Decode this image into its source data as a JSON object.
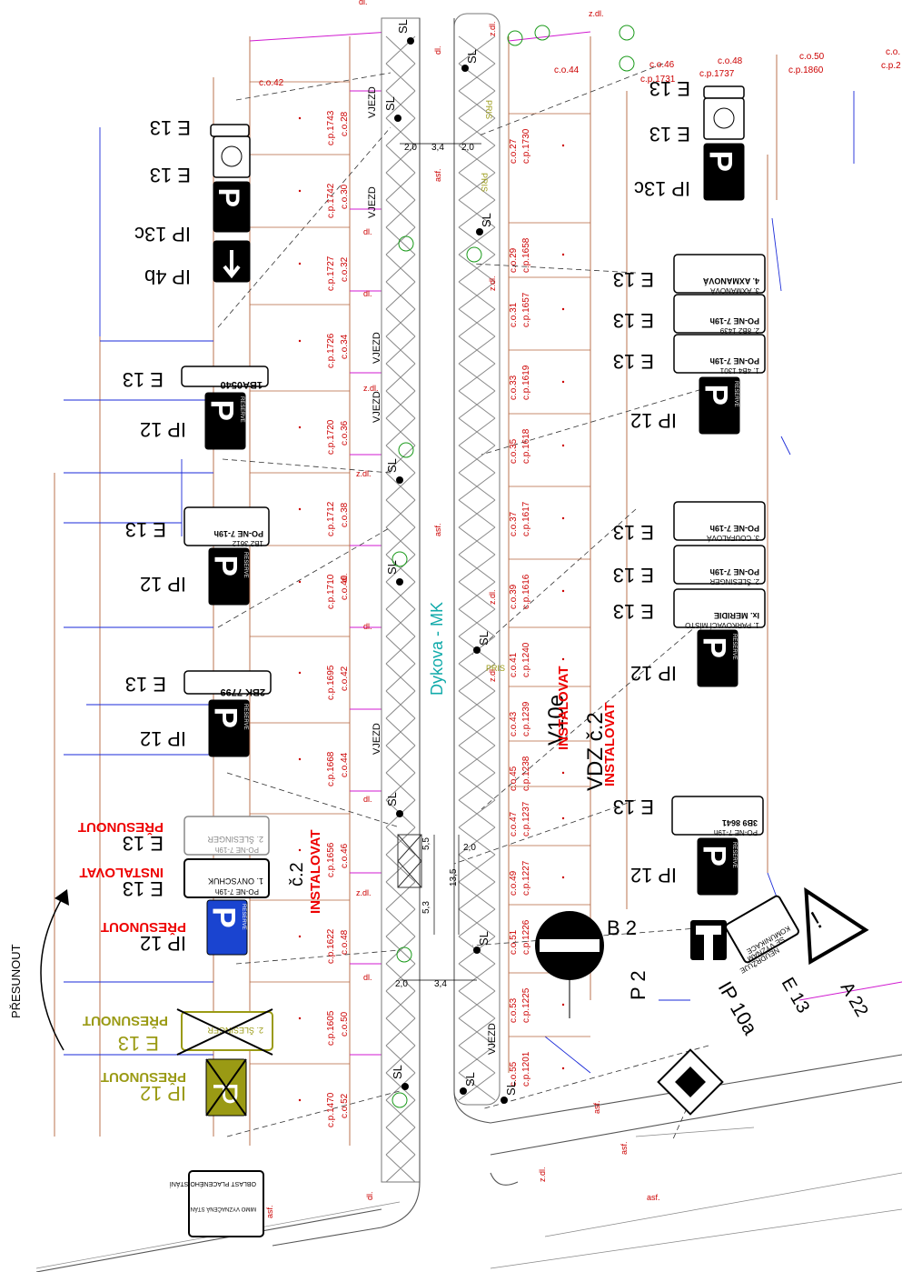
{
  "street": {
    "name": "Dykova - MK"
  },
  "parcels_left": [
    {
      "co": "c.o.28",
      "cp": "c.p.1743"
    },
    {
      "co": "c.o.30",
      "cp": "c.p.1742"
    },
    {
      "co": "c.o.32",
      "cp": "c.p.1727"
    },
    {
      "co": "c.o.34",
      "cp": "c.p.1726"
    },
    {
      "co": "c.o.36",
      "cp": "c.p.1720"
    },
    {
      "co": "c.o.38",
      "cp": "c.p.1712"
    },
    {
      "co": "c.o.40",
      "cp": "c.p.1710"
    },
    {
      "co": "c.o.42",
      "cp": "c.p.1695"
    },
    {
      "co": "c.o.44",
      "cp": "c.p.1668"
    },
    {
      "co": "c.o.46",
      "cp": "c.p.1656"
    },
    {
      "co": "c.o.48",
      "cp": "c.p.1622"
    },
    {
      "co": "c.o.50",
      "cp": "c.p.1605"
    },
    {
      "co": "c.o.52",
      "cp": "c.p.1470"
    }
  ],
  "parcels_right": [
    {
      "co": "c.o.27",
      "cp": "c.p.1730"
    },
    {
      "co": "c.o.29",
      "cp": "c.p.1658"
    },
    {
      "co": "c.o.31",
      "cp": "c.p.1657"
    },
    {
      "co": "c.o.33",
      "cp": "c.p.1619"
    },
    {
      "co": "c.o.35",
      "cp": "c.p.1618"
    },
    {
      "co": "c.o.37",
      "cp": "c.p.1617"
    },
    {
      "co": "c.o.39",
      "cp": "c.p.1616"
    },
    {
      "co": "c.o.41",
      "cp": "c.p.1240"
    },
    {
      "co": "c.o.43",
      "cp": "c.p.1239"
    },
    {
      "co": "c.o.45",
      "cp": "c.p.1238"
    },
    {
      "co": "c.o.47",
      "cp": "c.p.1237"
    },
    {
      "co": "c.o.49",
      "cp": "c.p.1227"
    },
    {
      "co": "c.o.51",
      "cp": "c.p.1226"
    },
    {
      "co": "c.o.53",
      "cp": "c.p.1225"
    },
    {
      "co": "c.o.55",
      "cp": "c.p.1201"
    }
  ],
  "top_parcels": {
    "c_o_42": "c.o.42",
    "c_o_44": "c.o.44",
    "c_o_46": "c.o.46",
    "c_p_1731": "c.p.1731",
    "c_o_48": "c.o.48",
    "c_p_1737": "c.p.1737",
    "c_o_50": "c.o.50",
    "c_p_1860": "c.p.1860",
    "c_o_2": "c.o.",
    "c_p_2": "c.p.2"
  },
  "labels": {
    "vjezd": "VJEZD",
    "sl": "SL",
    "dl": "dl.",
    "zdl": "z.dl.",
    "asf": "asf.",
    "pris": "PRIS",
    "dim_20": "2,0",
    "dim_34": "3,4",
    "dim_55": "5,5",
    "dim_53": "5,3",
    "dim_135": "13,5"
  },
  "signs": {
    "e13": "E 13",
    "ip13c": "IP 13c",
    "ip4b": "IP 4b",
    "ip12": "IP 12",
    "ip2": "P 2",
    "ip10a": "IP 10a",
    "a22": "A 22",
    "b2": "B 2",
    "e13b": "E 13",
    "v10e": "V10e",
    "vdz2": "VDZ č.2",
    "c2": "č.2",
    "reserve": "RESERVE",
    "p": "P",
    "plate_1ba": "1BA0540",
    "plate_2bk": "2BK 7799",
    "plate_1b2": "1B2 3612",
    "time": "PO-NE 7-19h",
    "slesinger": "2. ŠLESINGER",
    "onyschuk": "1. ONYSCHUK",
    "axmanova3": "3. AXMANOVÁ",
    "axmanova4": "4. AXMANOVÁ",
    "plate_2b2": "2. 8B2 1439",
    "plate_1_4b4": "1. 4B4 1301",
    "coufalova": "3. COUFALOVÁ",
    "slesinger2": "2. ŠLESINGER",
    "parkovaci": "1. PARKOVACÍ MÍSTO",
    "meridie": "Ix. MERIDIE",
    "plate_3b9": "3B9 8641",
    "komunikace": "KOMUNIKACE",
    "se_vyznamenim": "SE VÝZNAM",
    "neudrzuje": "NEUDRŽUJE",
    "oblast": "OBLAST PLACENÉHO STÁNÍ",
    "mimo": "MIMO VYZNAČENÁ STÁNÍ"
  },
  "actions": {
    "instalovat": "INSTALOVAT",
    "presunout": "PŘESUNOUT"
  },
  "colors": {
    "parcel_line": "#b4643c",
    "blue_line": "#1a2ad8",
    "magenta": "#d01ad0",
    "street_grey": "#999999",
    "red_text": "#cc0000",
    "olive": "#9a9a14",
    "cyan": "#19a5a5",
    "green": "#1a9a1a",
    "sign_blue": "#1a44d0"
  }
}
